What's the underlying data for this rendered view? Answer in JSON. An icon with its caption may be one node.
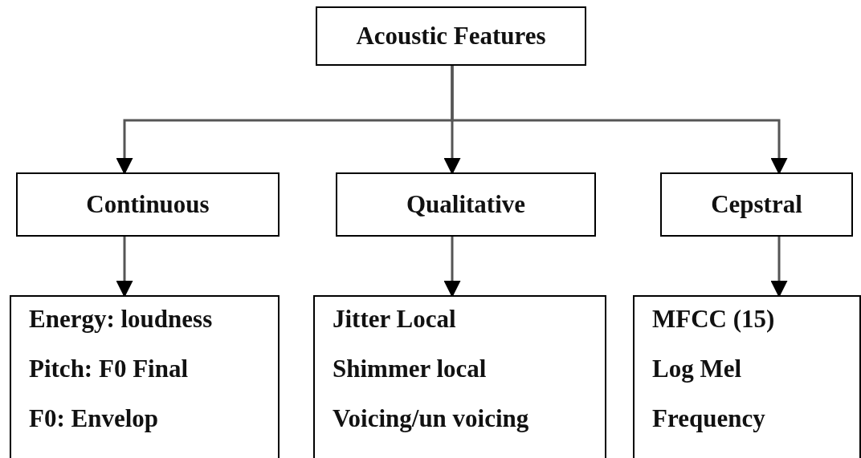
{
  "diagram": {
    "nodes": [
      {
        "text": [
          "Acoustic Features"
        ]
      },
      {
        "text": [
          "Continuous"
        ]
      },
      {
        "text": [
          "Qualitative"
        ]
      },
      {
        "text": [
          "Cepstral"
        ]
      },
      {
        "text": [
          "Energy: loudness",
          "Pitch: F0 Final",
          "F0: Envelop"
        ]
      },
      {
        "text": [
          "Jitter Local",
          "Shimmer local",
          "Voicing/un voicing"
        ]
      },
      {
        "text": [
          "MFCC (15)",
          "Log Mel",
          "Frequency"
        ]
      }
    ],
    "edges": [
      {
        "from": 0,
        "to": 1,
        "arrow": "to"
      },
      {
        "from": 0,
        "to": 2,
        "arrow": "to"
      },
      {
        "from": 0,
        "to": 3,
        "arrow": "to"
      },
      {
        "from": 1,
        "to": 4,
        "arrow": "to"
      },
      {
        "from": 2,
        "to": 5,
        "arrow": "to"
      },
      {
        "from": 3,
        "to": 6,
        "arrow": "to"
      }
    ]
  }
}
